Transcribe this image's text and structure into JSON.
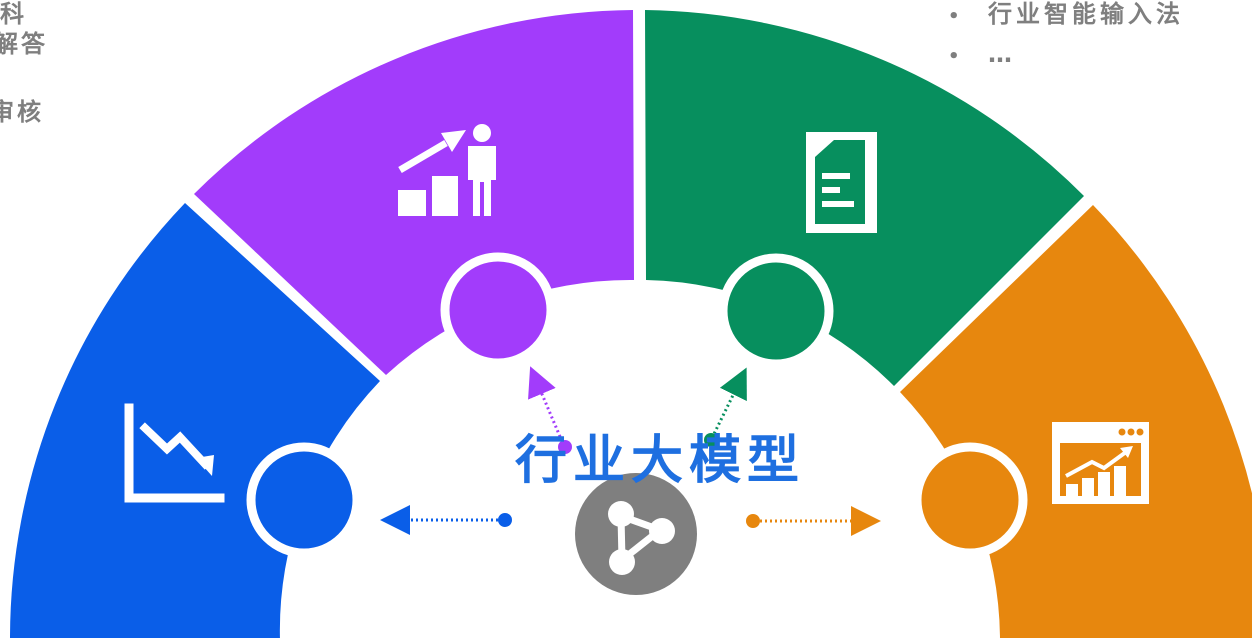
{
  "center_title": "行业大模型",
  "right_list": {
    "items": [
      "行业智能输入法",
      "…"
    ]
  },
  "left_fragments": [
    "科",
    "解答",
    "审核"
  ],
  "colors": {
    "blue": "#0a5ee8",
    "purple": "#a23cfb",
    "green": "#078f5e",
    "orange": "#e7870e",
    "hub_gray": "#7f7f7f",
    "title_blue": "#1e6fe0",
    "text_gray": "#7f7f7f"
  },
  "segments": [
    {
      "name": "blue-segment",
      "color": "blue",
      "icon": "declining-chart-icon"
    },
    {
      "name": "purple-segment",
      "color": "purple",
      "icon": "growth-person-icon"
    },
    {
      "name": "green-segment",
      "color": "green",
      "icon": "document-icon"
    },
    {
      "name": "orange-segment",
      "color": "orange",
      "icon": "dashboard-chart-icon"
    }
  ],
  "hub_icon": "share-network-icon"
}
